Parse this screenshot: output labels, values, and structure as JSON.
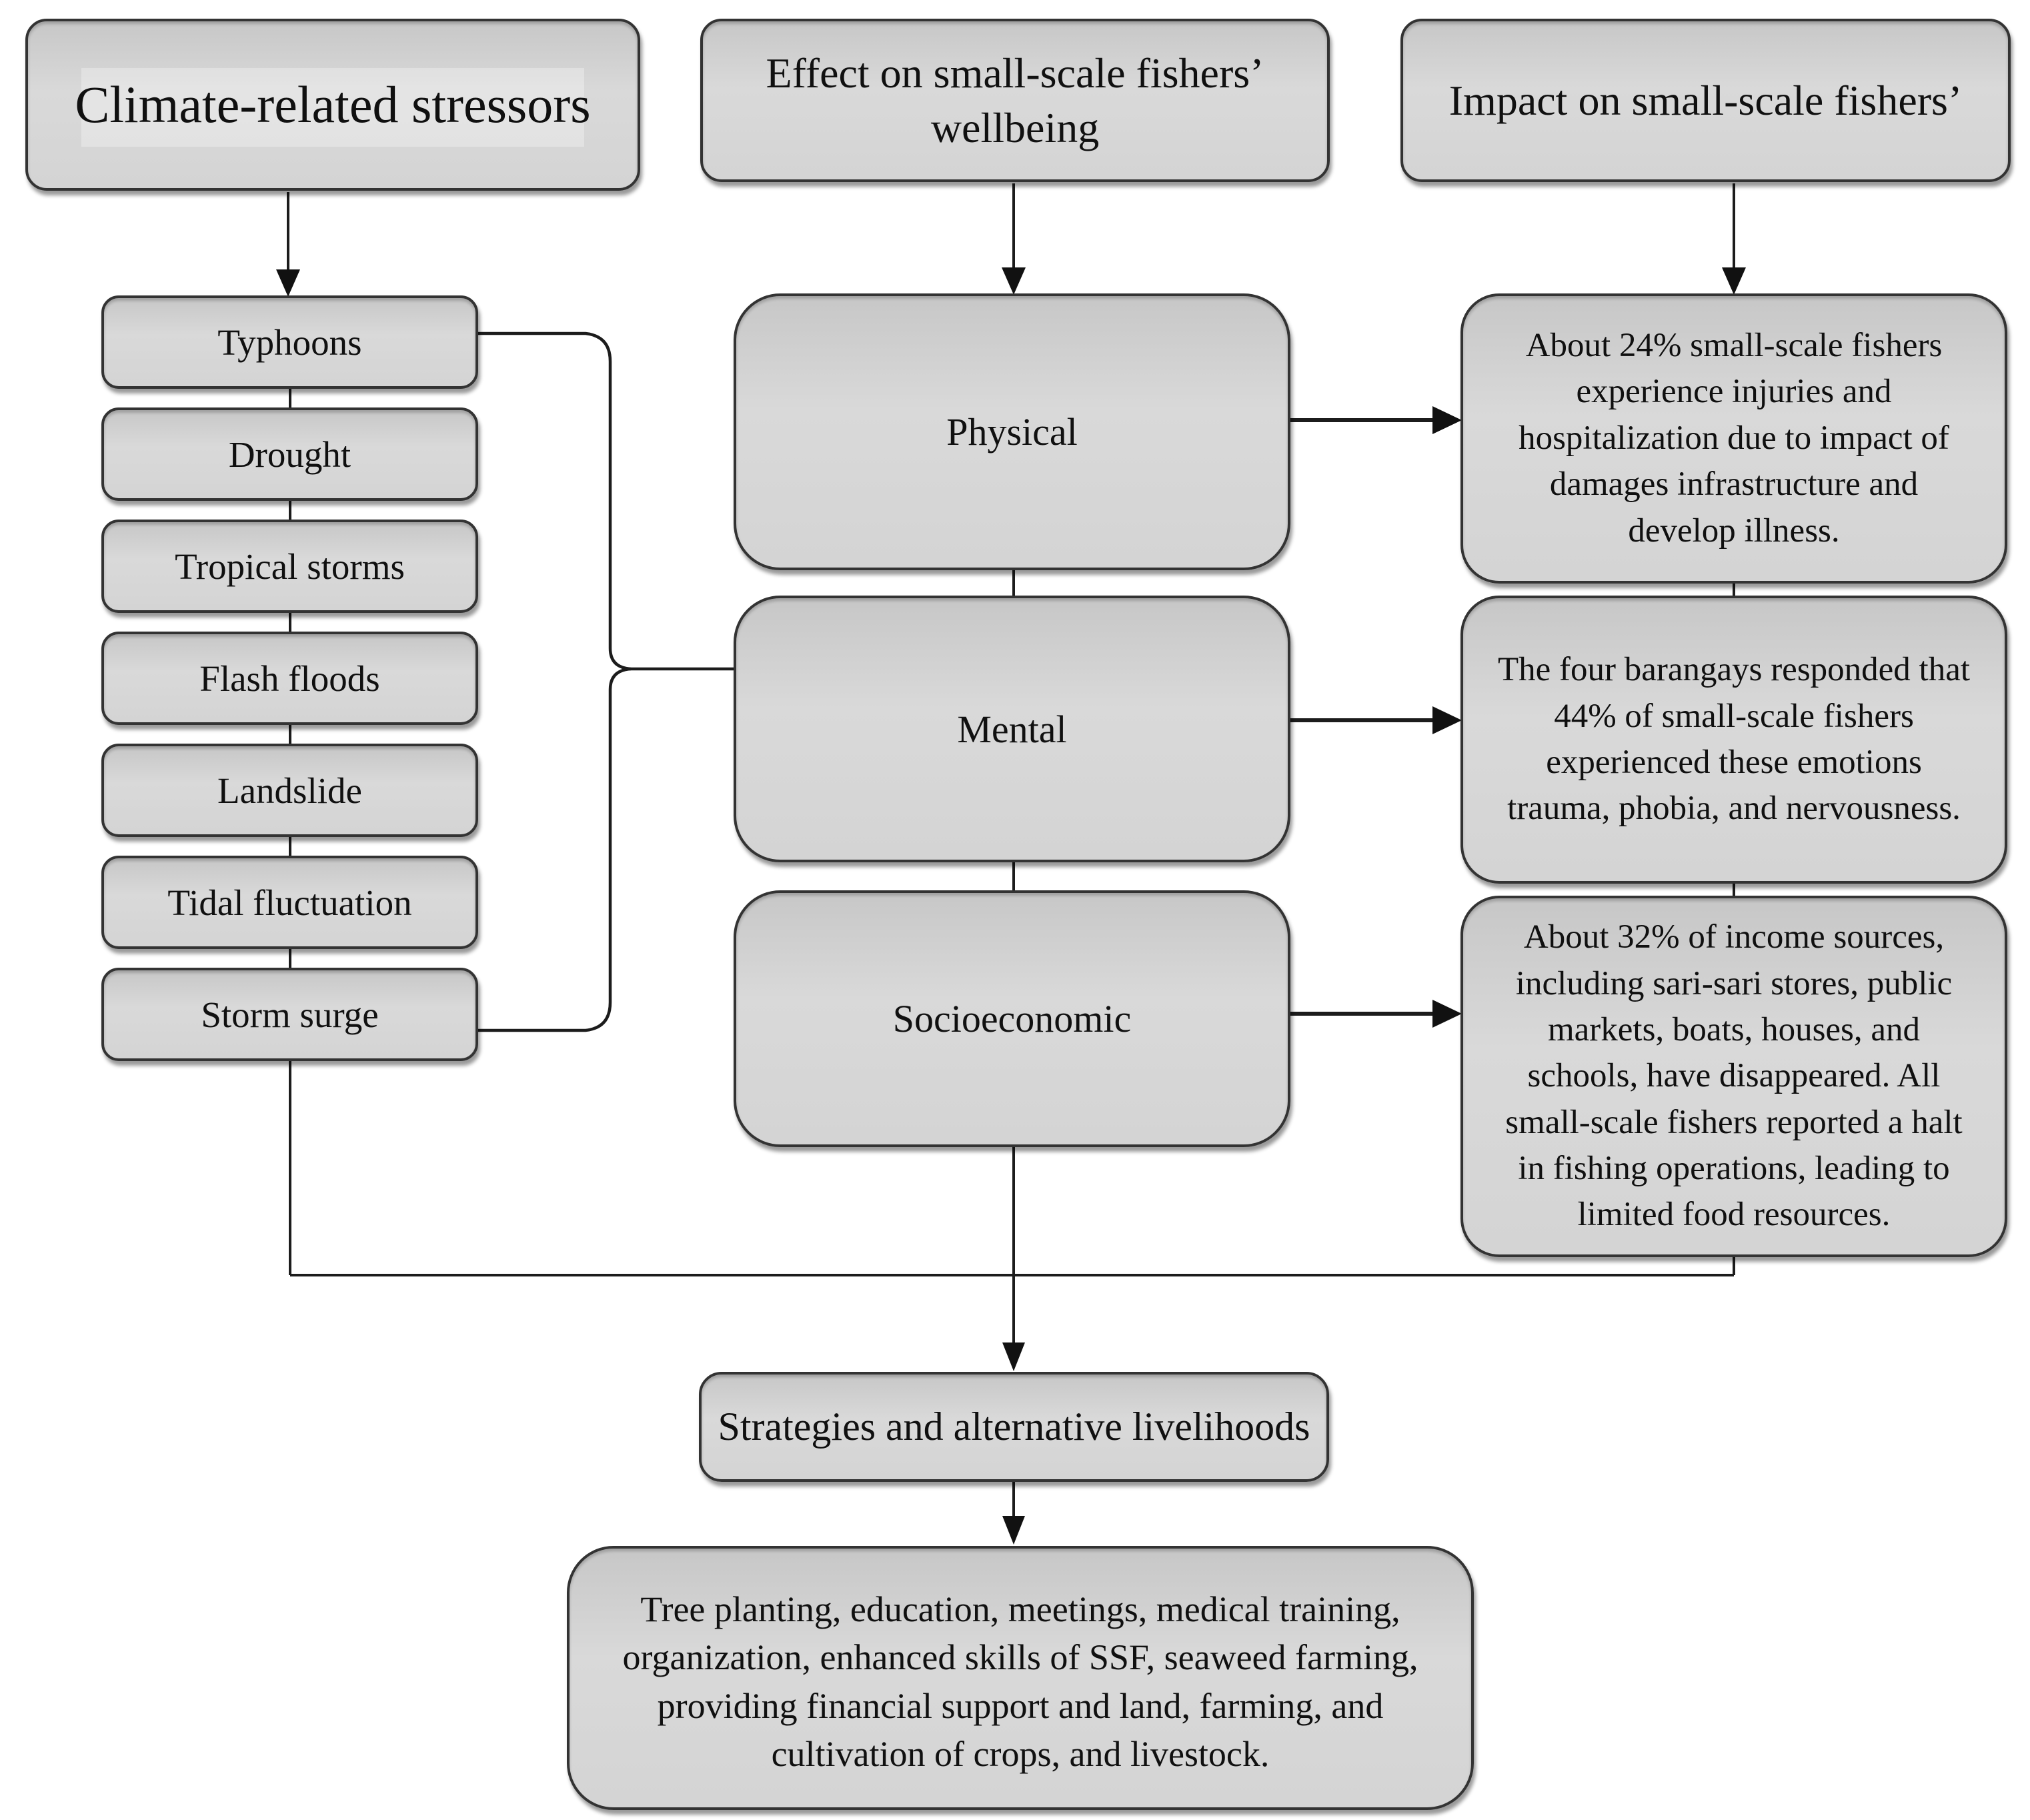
{
  "diagram": {
    "headers": {
      "stressors": "Climate-related stressors",
      "effect": "Effect on small-scale fishers’ wellbeing",
      "impact": "Impact on small-scale fishers’"
    },
    "stressors": [
      "Typhoons",
      "Drought",
      "Tropical storms",
      "Flash floods",
      "Landslide",
      "Tidal fluctuation",
      "Storm surge"
    ],
    "wellbeing": [
      "Physical",
      "Mental",
      "Socioeconomic"
    ],
    "impacts": [
      "About 24% small-scale fishers experience injuries and hospitalization due to impact of damages infrastructure and develop illness.",
      "The four barangays responded that 44% of small-scale fishers experienced these emotions trauma, phobia, and nervousness.",
      "About 32% of income sources, including sari-sari stores, public markets, boats, houses, and schools, have disappeared. All small-scale fishers reported a halt in fishing operations, leading to limited food resources."
    ],
    "strategies_label": "Strategies and alternative livelihoods",
    "strategies_detail": "Tree planting, education, meetings, medical training, organization, enhanced skills of SSF, seaweed farming, providing financial support and land, farming, and cultivation of crops, and livestock.",
    "colors": {
      "box_fill": "#d4d4d4",
      "box_border": "#333333",
      "connector": "#1c1c1c",
      "background": "#ffffff"
    }
  }
}
